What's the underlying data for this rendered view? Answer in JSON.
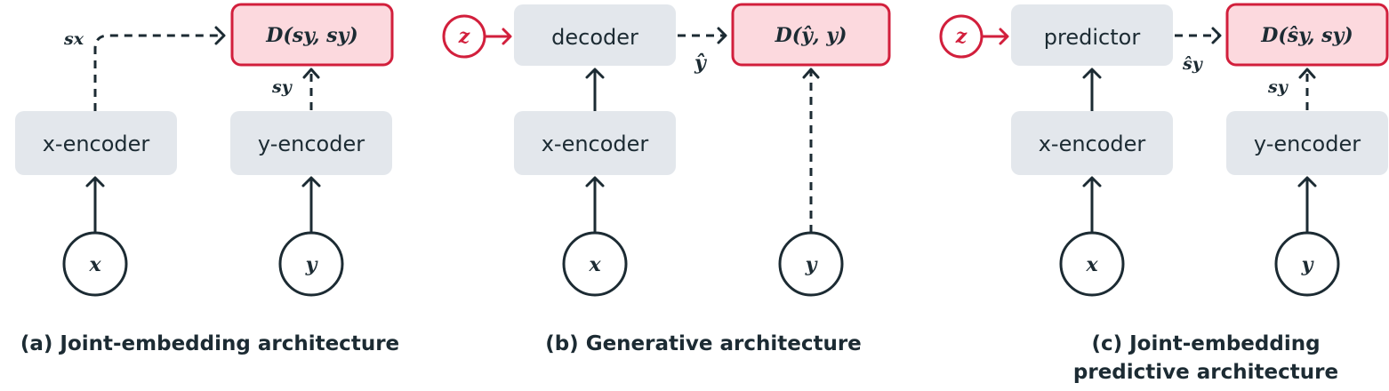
{
  "colors": {
    "ink": "#1c2b33",
    "accent": "#d21f3c",
    "box_fill": "#e3e7ec",
    "distance_fill": "#fcd9de"
  },
  "panel_a": {
    "x_encoder": "x-encoder",
    "y_encoder": "y-encoder",
    "distance": "D(sy, sy)",
    "input_x": "x",
    "input_y": "y",
    "sx_label": "sx",
    "sy_label": "sy",
    "caption": "(a) Joint-embedding architecture"
  },
  "panel_b": {
    "z": "z",
    "decoder": "decoder",
    "x_encoder": "x-encoder",
    "distance": "D(ŷ, y)",
    "yhat_label": "ŷ",
    "input_x": "x",
    "input_y": "y",
    "caption": "(b) Generative architecture"
  },
  "panel_c": {
    "z": "z",
    "predictor": "predictor",
    "x_encoder": "x-encoder",
    "y_encoder": "y-encoder",
    "distance": "D(ŝy, sy)",
    "shat_label": "ŝy",
    "sy_label": "sy",
    "input_x": "x",
    "input_y": "y",
    "caption_line1": "(c) Joint-embedding",
    "caption_line2": "predictive architecture"
  }
}
